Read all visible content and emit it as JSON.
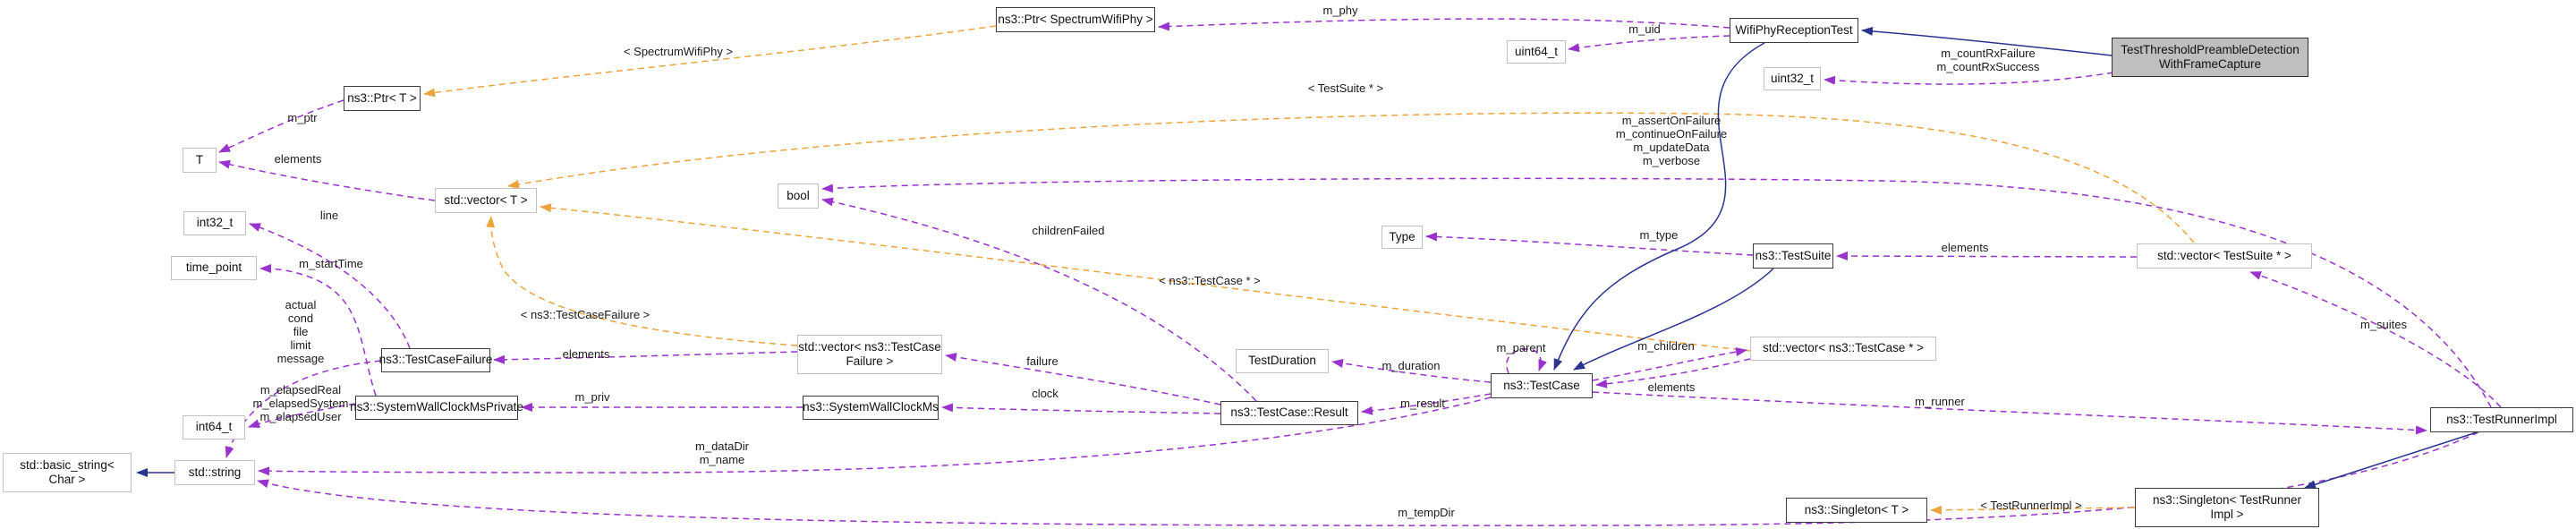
{
  "diagram": {
    "colors": {
      "usage_edge": "#9A32CD",
      "template_edge": "#EFA33C",
      "inheritance_edge": "#2B3390",
      "focus_node_fill": "#BFBFBF",
      "class_node_border": "#3C3C3C",
      "external_node_border": "#C2C2C2"
    },
    "nodes": [
      {
        "id": "ptr-spectrum-wifi-phy",
        "label": "ns3::Ptr< SpectrumWifiPhy >",
        "kind": "class"
      },
      {
        "id": "wifi-phy-reception-test",
        "label": "WifiPhyReceptionTest",
        "kind": "class"
      },
      {
        "id": "test-threshold-preamble-detection-with-frame-capture",
        "label": "TestThresholdPreambleDetection\nWithFrameCapture",
        "kind": "focus"
      },
      {
        "id": "uint64-t",
        "label": "uint64_t",
        "kind": "external"
      },
      {
        "id": "uint32-t",
        "label": "uint32_t",
        "kind": "external"
      },
      {
        "id": "ptr-t",
        "label": "ns3::Ptr< T >",
        "kind": "class"
      },
      {
        "id": "t",
        "label": "T",
        "kind": "external"
      },
      {
        "id": "vector-t",
        "label": "std::vector< T >",
        "kind": "external"
      },
      {
        "id": "bool",
        "label": "bool",
        "kind": "external"
      },
      {
        "id": "int32-t",
        "label": "int32_t",
        "kind": "external"
      },
      {
        "id": "time-point",
        "label": "time_point",
        "kind": "external"
      },
      {
        "id": "type",
        "label": "Type",
        "kind": "external"
      },
      {
        "id": "test-suite",
        "label": "ns3::TestSuite",
        "kind": "class"
      },
      {
        "id": "vector-test-suite-ptr",
        "label": "std::vector< TestSuite * >",
        "kind": "external"
      },
      {
        "id": "test-case-failure",
        "label": "ns3::TestCaseFailure",
        "kind": "class"
      },
      {
        "id": "vector-test-case-failure",
        "label": "std::vector< ns3::TestCase\nFailure >",
        "kind": "external"
      },
      {
        "id": "system-wall-clock-ms-private",
        "label": "ns3::SystemWallClockMsPrivate",
        "kind": "class"
      },
      {
        "id": "system-wall-clock-ms",
        "label": "ns3::SystemWallClockMs",
        "kind": "class"
      },
      {
        "id": "test-duration",
        "label": "TestDuration",
        "kind": "external"
      },
      {
        "id": "test-case-result",
        "label": "ns3::TestCase::Result",
        "kind": "class"
      },
      {
        "id": "test-case",
        "label": "ns3::TestCase",
        "kind": "class"
      },
      {
        "id": "vector-test-case-ptr",
        "label": "std::vector< ns3::TestCase * >",
        "kind": "external"
      },
      {
        "id": "test-runner-impl",
        "label": "ns3::TestRunnerImpl",
        "kind": "class"
      },
      {
        "id": "singleton-t",
        "label": "ns3::Singleton< T >",
        "kind": "class"
      },
      {
        "id": "singleton-test-runner-impl",
        "label": "ns3::Singleton< TestRunner\nImpl >",
        "kind": "class"
      },
      {
        "id": "int64-t",
        "label": "int64_t",
        "kind": "external"
      },
      {
        "id": "basic-string-char",
        "label": "std::basic_string<\nChar >",
        "kind": "external"
      },
      {
        "id": "std-string",
        "label": "std::string",
        "kind": "external"
      }
    ],
    "edge_labels": [
      {
        "id": "m-phy",
        "text": "m_phy"
      },
      {
        "id": "m-uid",
        "text": "m_uid"
      },
      {
        "id": "m-count-rx",
        "text": "m_countRxFailure\nm_countRxSuccess"
      },
      {
        "id": "spectrum-template",
        "text": "< SpectrumWifiPhy >"
      },
      {
        "id": "m-ptr",
        "text": "m_ptr"
      },
      {
        "id": "elements-t",
        "text": "elements"
      },
      {
        "id": "vector-suite-template",
        "text": "< TestSuite * >"
      },
      {
        "id": "m-flags",
        "text": "m_assertOnFailure\nm_continueOnFailure\nm_updateData\nm_verbose"
      },
      {
        "id": "children-failed",
        "text": "childrenFailed"
      },
      {
        "id": "vector-tc-template",
        "text": "< ns3::TestCase * >"
      },
      {
        "id": "m-type",
        "text": "m_type"
      },
      {
        "id": "elements-suite",
        "text": "elements"
      },
      {
        "id": "vector-tcf-template",
        "text": "< ns3::TestCaseFailure >"
      },
      {
        "id": "line",
        "text": "line"
      },
      {
        "id": "m-start-time",
        "text": "m_startTime"
      },
      {
        "id": "actual-etc",
        "text": "actual\ncond\nfile\nlimit\nmessage"
      },
      {
        "id": "elements-tcf",
        "text": "elements"
      },
      {
        "id": "m-priv",
        "text": "m_priv"
      },
      {
        "id": "failure",
        "text": "failure"
      },
      {
        "id": "clock",
        "text": "clock"
      },
      {
        "id": "m-elapsed",
        "text": "m_elapsedReal\nm_elapsedSystem\nm_elapsedUser"
      },
      {
        "id": "m-duration",
        "text": "m_duration"
      },
      {
        "id": "m-result",
        "text": "m_result"
      },
      {
        "id": "m-parent",
        "text": "m_parent"
      },
      {
        "id": "m-children",
        "text": "m_children"
      },
      {
        "id": "elements-tc",
        "text": "elements"
      },
      {
        "id": "m-data-dir",
        "text": "m_dataDir\nm_name"
      },
      {
        "id": "m-runner",
        "text": "m_runner"
      },
      {
        "id": "m-suites",
        "text": "m_suites"
      },
      {
        "id": "m-temp-dir",
        "text": "m_tempDir"
      },
      {
        "id": "singleton-template",
        "text": "< TestRunnerImpl >"
      }
    ]
  }
}
